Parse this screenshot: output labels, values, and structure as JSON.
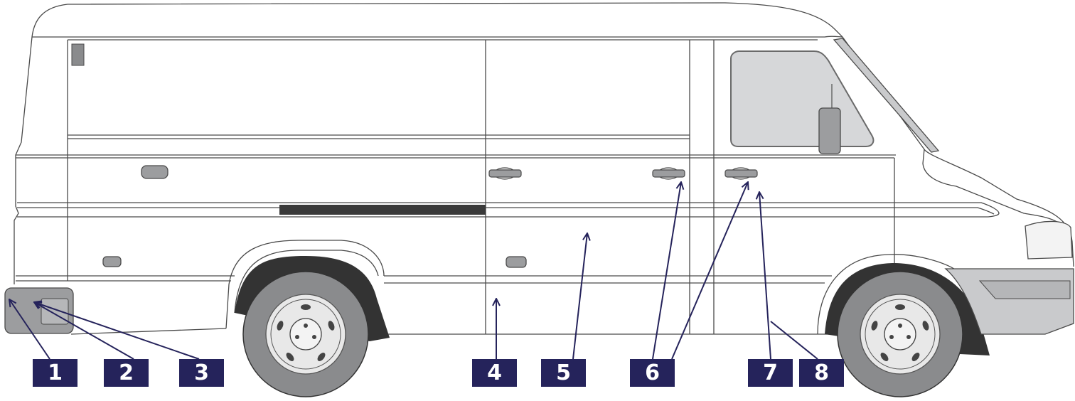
{
  "callouts": [
    {
      "number": "1"
    },
    {
      "number": "2"
    },
    {
      "number": "3"
    },
    {
      "number": "4"
    },
    {
      "number": "5"
    },
    {
      "number": "6"
    },
    {
      "number": "7"
    },
    {
      "number": "8"
    }
  ],
  "colors": {
    "label_background": "#25235b",
    "label_text": "#ffffff",
    "leader_line": "#25235b",
    "body_outline": "#4a4a4a",
    "glass": "#d6d7d9",
    "tyre": "#8a8b8d",
    "arch_liner": "#333333",
    "bumper": "#c9cacc"
  }
}
